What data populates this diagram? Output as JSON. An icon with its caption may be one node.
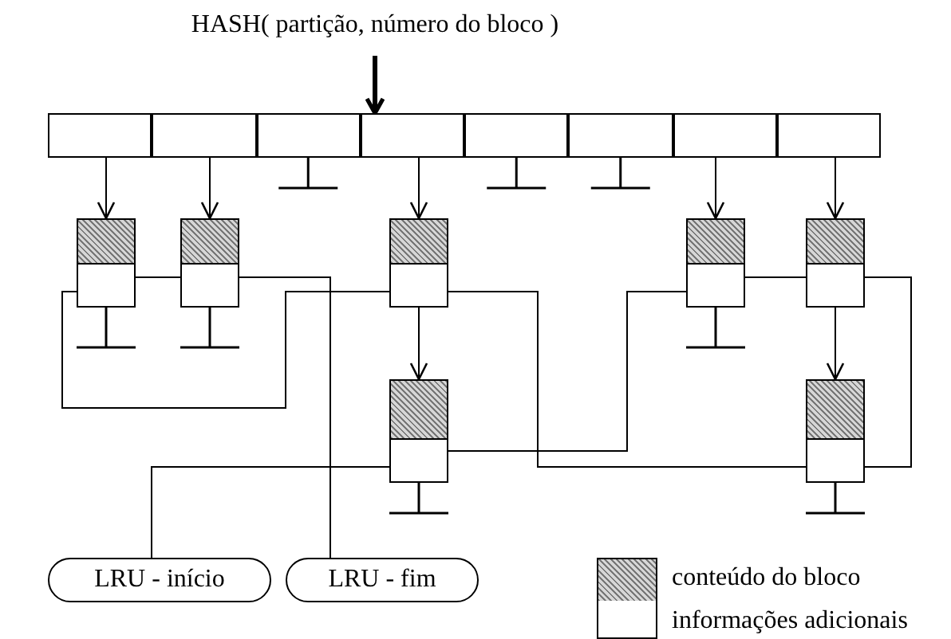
{
  "diagram": {
    "nodes": [
      {
        "text": [],
        "shape": "box"
      },
      {
        "text": [],
        "shape": "box"
      },
      {
        "text": [],
        "shape": "box"
      },
      {
        "text": [],
        "shape": "box"
      },
      {
        "text": [],
        "shape": "box"
      },
      {
        "text": [],
        "shape": "box"
      },
      {
        "text": [],
        "shape": "box"
      },
      {
        "text": [],
        "shape": "box"
      },
      {
        "text": [],
        "shape": "box"
      },
      {
        "text": [],
        "shape": "box"
      },
      {
        "text": [],
        "shape": "box"
      },
      {
        "text": [],
        "shape": "box"
      },
      {
        "text": [],
        "shape": "box"
      },
      {
        "text": [],
        "shape": "box"
      },
      {
        "text": [],
        "shape": "box"
      },
      {
        "text": [
          "LRU - início"
        ]
      },
      {
        "text": [
          "LRU - fim"
        ]
      },
      {
        "text": [
          "HASH( partição, número do bloco )"
        ]
      }
    ],
    "edges": [
      {
        "from": 17,
        "to": 3,
        "arrow": "to",
        "style": "thick"
      },
      {
        "from": 0,
        "to": 8,
        "arrow": "to"
      },
      {
        "from": 1,
        "to": 9,
        "arrow": "to"
      },
      {
        "from": 3,
        "to": 10,
        "arrow": "to"
      },
      {
        "from": 6,
        "to": 11,
        "arrow": "to"
      },
      {
        "from": 7,
        "to": 12,
        "arrow": "to"
      },
      {
        "from": 10,
        "to": 13,
        "arrow": "to"
      },
      {
        "from": 12,
        "to": 14,
        "arrow": "to"
      },
      {
        "from": 8,
        "to": 9,
        "arrow": "none"
      },
      {
        "from": 9,
        "to": 16,
        "arrow": "none"
      },
      {
        "from": 8,
        "to": 10,
        "arrow": "none"
      },
      {
        "from": 10,
        "to": 14,
        "arrow": "none"
      },
      {
        "from": 11,
        "to": 13,
        "arrow": "none"
      },
      {
        "from": 11,
        "to": 12,
        "arrow": "none"
      },
      {
        "from": 12,
        "to": 14,
        "arrow": "none"
      },
      {
        "from": 13,
        "to": 15,
        "arrow": "none"
      }
    ],
    "legend": [
      {
        "text": "conteúdo do bloco"
      },
      {
        "text": "informações adicionais"
      }
    ]
  }
}
